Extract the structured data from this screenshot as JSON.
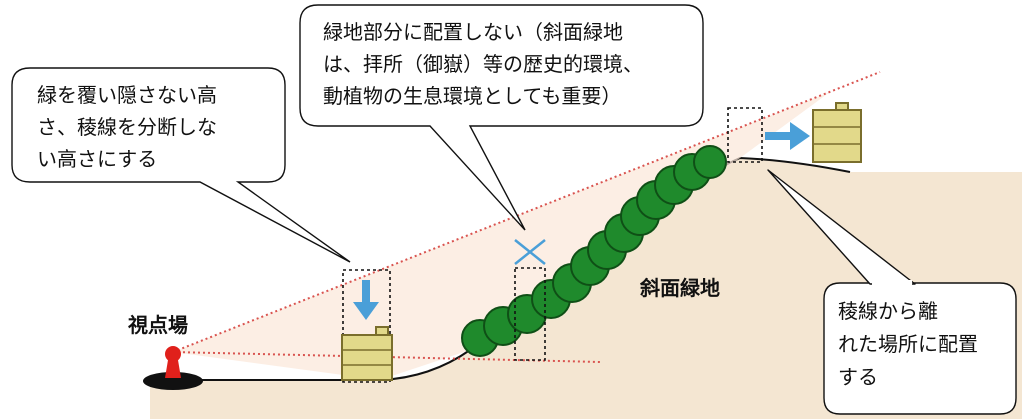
{
  "callouts": {
    "left": {
      "lines": [
        "緑を覆い隠さない高",
        "さ、稜線を分断しな",
        "い高さにする"
      ]
    },
    "center": {
      "lines": [
        "緑地部分に配置しない（斜面緑地",
        "は、拝所（御嶽）等の歴史的環境、",
        "動植物の生息環境としても重要）"
      ]
    },
    "right": {
      "lines": [
        "稜線から離",
        "れた場所に配置",
        "する"
      ]
    }
  },
  "labels": {
    "viewpoint": "視点場",
    "slope_green": "斜面緑地",
    "cross_mark": "×"
  },
  "colors": {
    "ground_fill": "#f4e6d2",
    "sight_cone": "#fbe7d8",
    "sight_line": "#d9534f",
    "green_dark": "#1f8a2c",
    "green_outline": "#0f4f16",
    "building_fill": "#e2d98a",
    "building_outline": "#7a6e2c",
    "arrow": "#4a9fd8",
    "viewpoint_marker": "#e0201b"
  }
}
